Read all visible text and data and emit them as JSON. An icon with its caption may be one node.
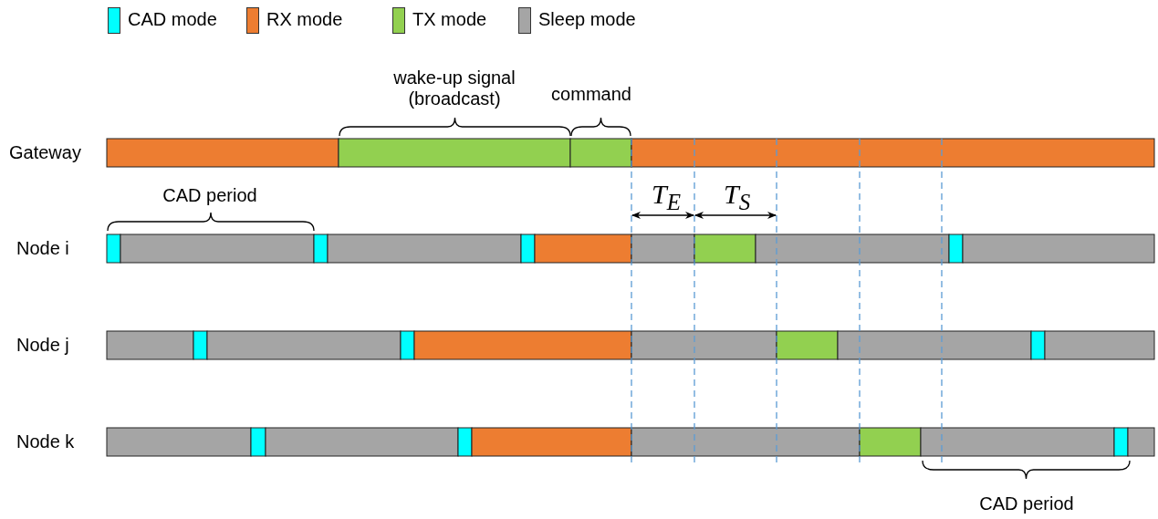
{
  "diagram": {
    "labels": [
      "wake-up signal (broadcast)",
      "command",
      "Gateway",
      "CAD period",
      "T$_{E}$",
      "T$_{S}$",
      "Node i",
      "Node j",
      "Node k",
      "CAD period"
    ],
    "legend": [
      {
        "text": "CAD mode",
        "color": "#00ffff"
      },
      {
        "text": "RX mode",
        "color": "#ed7d31"
      },
      {
        "text": "TX mode",
        "color": "#92d050"
      },
      {
        "text": "Sleep mode",
        "color": "#a5a5a5"
      }
    ]
  }
}
